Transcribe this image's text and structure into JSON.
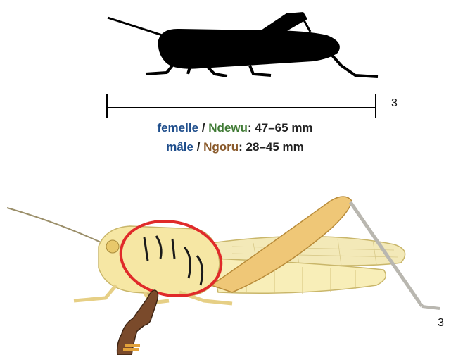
{
  "top_plate": {
    "number": "3",
    "sizes": {
      "female": {
        "fr": "femelle",
        "sep": " / ",
        "local": "Ndewu",
        "value": ": 47–65 mm"
      },
      "male": {
        "fr": "mâle",
        "sep": " / ",
        "local": "Ngoru",
        "value": ": 28–45 mm"
      }
    }
  },
  "bottom_plate": {
    "number": "3"
  },
  "colors": {
    "french_label": "#1f4e8c",
    "female_local": "#3f7a34",
    "male_local": "#8a5a2b",
    "highlight_ring": "#e02a2a",
    "body_yellow": "#f6e7a4"
  },
  "icons": {
    "silhouette": "grasshopper-silhouette",
    "illustration": "locust-illustration",
    "pointer": "pointing-hand"
  }
}
